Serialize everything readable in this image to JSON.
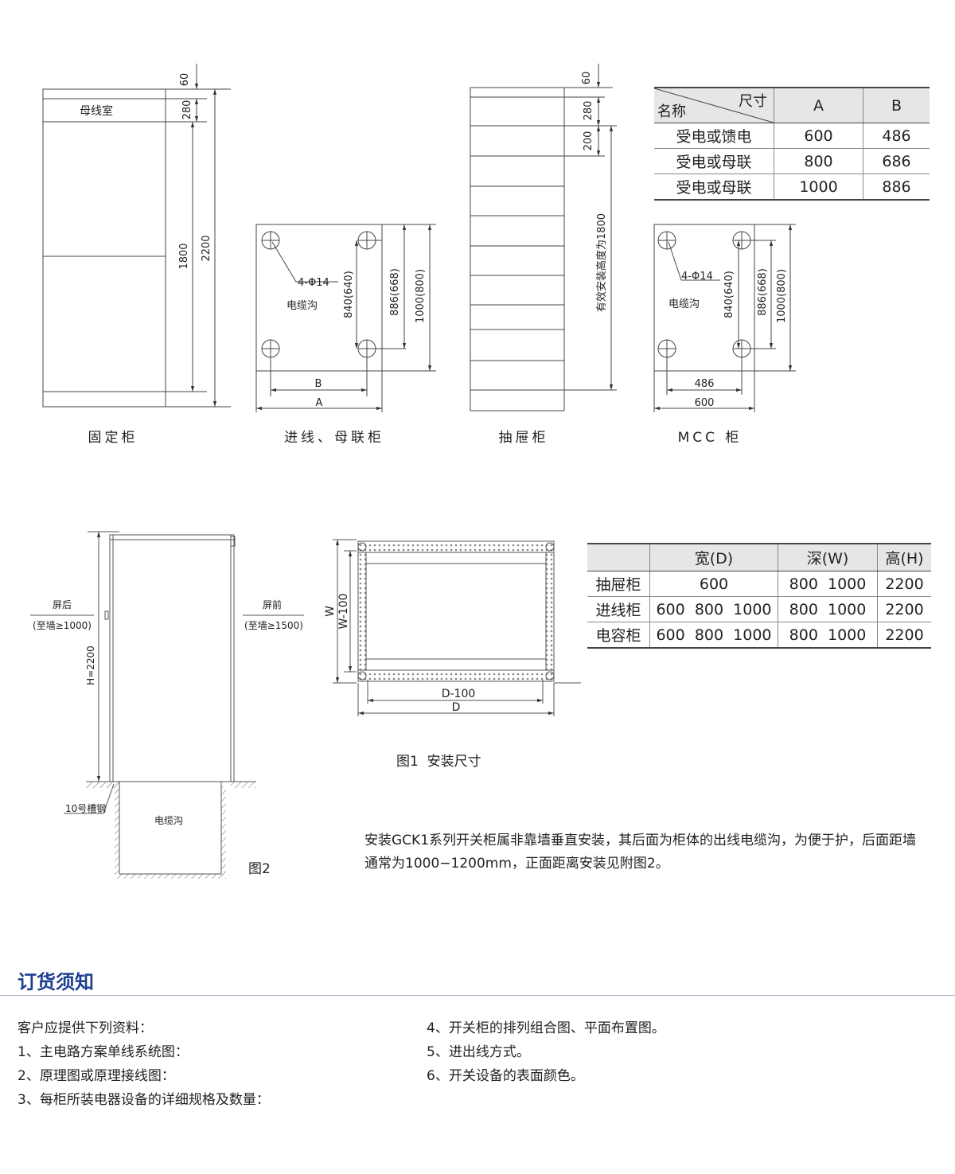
{
  "top_drawings": {
    "fixed": {
      "compartment_label": "母线室",
      "dims": [
        "60",
        "280",
        "1800",
        "2200"
      ],
      "caption": "固定柜"
    },
    "incoming": {
      "hole_label": "4-Φ14",
      "trench_label": "电缆沟",
      "dims_v": [
        "840(640)",
        "886(668)",
        "1000(800)"
      ],
      "dim_b": "B",
      "dim_a": "A",
      "caption": "进线、母联柜"
    },
    "drawer": {
      "dims": [
        "60",
        "280",
        "200"
      ],
      "effective_height": "有效安装高度为1800",
      "caption": "抽屉柜"
    },
    "mcc": {
      "hole_label": "4-Φ14",
      "trench_label": "电缆沟",
      "dims_v": [
        "840(640)",
        "886(668)",
        "1000(800)"
      ],
      "dim_inner": "486",
      "dim_outer": "600",
      "caption": "MCC 柜"
    }
  },
  "table1": {
    "header_top": "尺寸",
    "header_bottom": "名称",
    "col_a": "A",
    "col_b": "B",
    "rows": [
      {
        "name": "受电或馈电",
        "a": "600",
        "b": "486"
      },
      {
        "name": "受电或母联",
        "a": "800",
        "b": "686"
      },
      {
        "name": "受电或母联",
        "a": "1000",
        "b": "886"
      }
    ]
  },
  "fig2": {
    "rear_label": "屏后",
    "rear_clearance": "(至墙≥1000)",
    "front_label": "屏前",
    "front_clearance": "(至墙≥1500)",
    "height_label": "H=2200",
    "channel_label": "10号槽钢",
    "trench_label": "电缆沟",
    "caption": "图2"
  },
  "plan": {
    "dim_w": "W",
    "dim_w100": "W-100",
    "dim_d100": "D-100",
    "dim_d": "D",
    "caption": "图1  安装尺寸"
  },
  "table2": {
    "headers": [
      "宽(D)",
      "深(W)",
      "高(H)"
    ],
    "rows": [
      {
        "name": "抽屉柜",
        "width": "600",
        "depth": "800  1000",
        "height": "2200"
      },
      {
        "name": "进线柜",
        "width": "600  800  1000",
        "depth": "800  1000",
        "height": "2200"
      },
      {
        "name": "电容柜",
        "width": "600  800  1000",
        "depth": "800  1000",
        "height": "2200"
      }
    ]
  },
  "install_note": "安装GCK1系列开关柜属非靠墙垂直安装，其后面为柜体的出线电缆沟，为便于护，后面距墙通常为1000−1200mm，正面距离安装见附图2。",
  "ordering": {
    "title": "订货须知",
    "left": [
      "客户应提供下列资料：",
      "1、主电路方案单线系统图：",
      "2、原理图或原理接线图：",
      "3、每柜所装电器设备的详细规格及数量："
    ],
    "right": [
      "4、开关柜的排列组合图、平面布置图。",
      "5、进出线方式。",
      "6、开关设备的表面颜色。"
    ]
  }
}
